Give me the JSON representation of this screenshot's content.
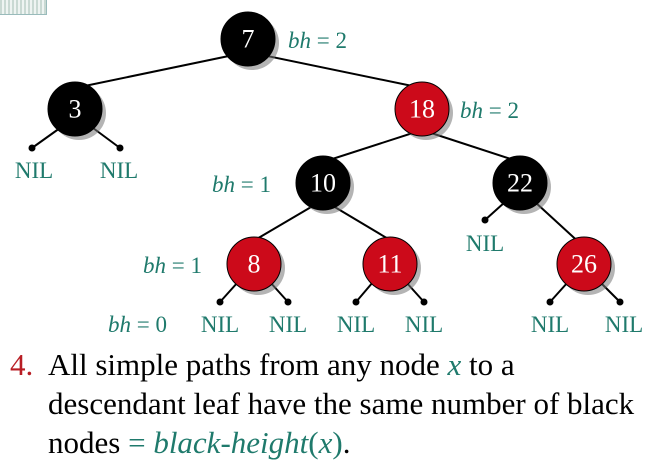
{
  "nodes": {
    "n7": {
      "key": "7",
      "color": "black"
    },
    "n3": {
      "key": "3",
      "color": "black"
    },
    "n18": {
      "key": "18",
      "color": "red"
    },
    "n10": {
      "key": "10",
      "color": "black"
    },
    "n22": {
      "key": "22",
      "color": "black"
    },
    "n8": {
      "key": "8",
      "color": "red"
    },
    "n11": {
      "key": "11",
      "color": "red"
    },
    "n26": {
      "key": "26",
      "color": "red"
    }
  },
  "nil_label": "NIL",
  "bh_annotations": {
    "root": {
      "var": "bh",
      "eq": " = 2"
    },
    "n18": {
      "var": "bh",
      "eq": " = 2"
    },
    "n10": {
      "var": "bh",
      "eq": " = 1"
    },
    "n8": {
      "var": "bh",
      "eq": " = 1"
    },
    "leaf": {
      "var": "bh",
      "eq": " = 0"
    }
  },
  "colors": {
    "black_node": "#000000",
    "red_node": "#cc0a1a",
    "annotation_teal": "#1f7a6c",
    "rule_number_red": "#b81d24"
  },
  "rule": {
    "number": "4.",
    "text_1": "All simple paths from any node ",
    "var_x": "x",
    "text_2": " to a descendant leaf have the same number of black nodes ",
    "eq": "=",
    "term": "black-height",
    "paren_open": "(",
    "paren_x": "x",
    "paren_close": ")",
    "period": "."
  }
}
